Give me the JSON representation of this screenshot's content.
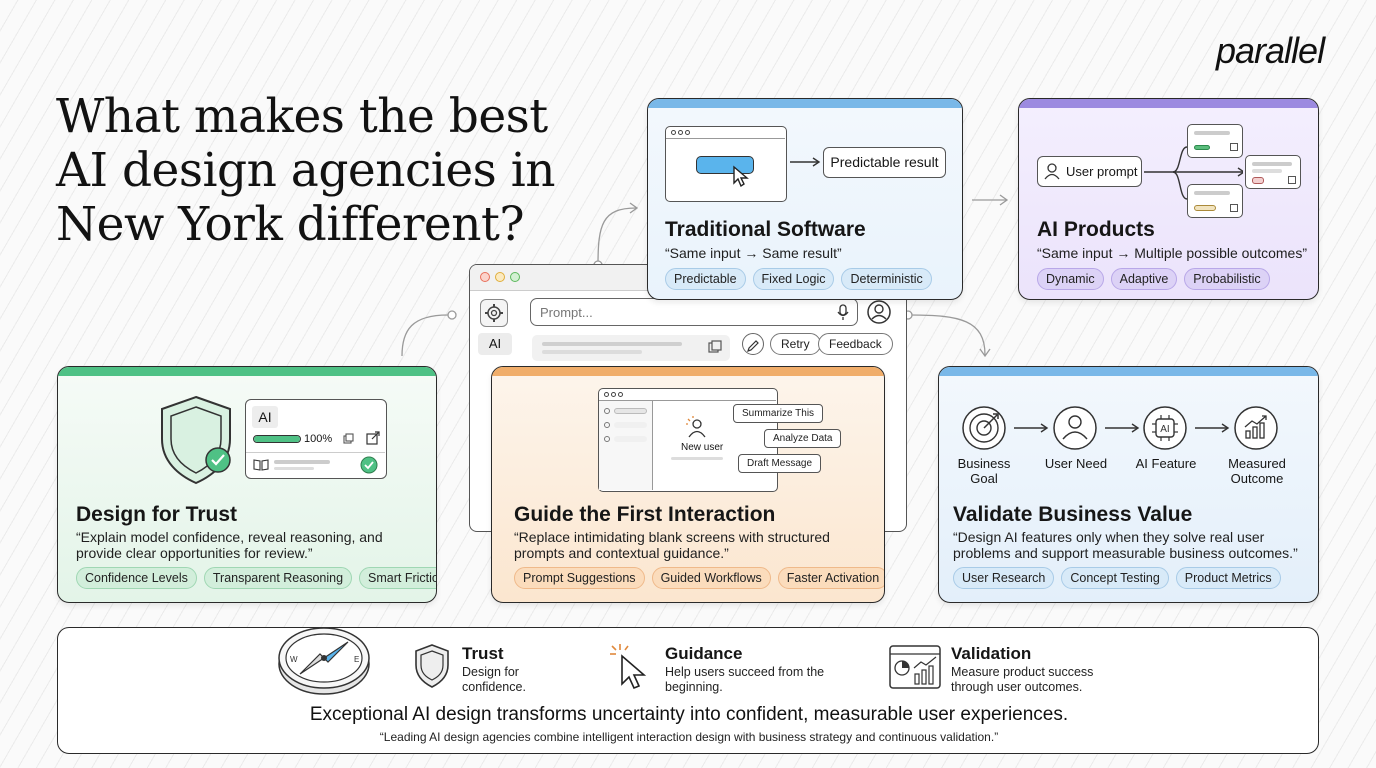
{
  "logo": "parallel",
  "headline": "What makes the best AI design agencies in New York different?",
  "mockup": {
    "prompt_placeholder": "Prompt...",
    "ai_label": "AI",
    "retry": "Retry",
    "feedback": "Feedback"
  },
  "traditional": {
    "result_label": "Predictable result",
    "title": "Traditional Software",
    "subtitle": "“Same input → Same result”",
    "tags": [
      "Predictable",
      "Fixed Logic",
      "Deterministic"
    ]
  },
  "ai_products": {
    "prompt_label": "User prompt",
    "title": "AI Products",
    "subtitle": "“Same input → Multiple possible outcomes”",
    "tags": [
      "Dynamic",
      "Adaptive",
      "Probabilistic"
    ]
  },
  "trust": {
    "panel_label": "AI",
    "confidence": "100%",
    "title": "Design for Trust",
    "subtitle": "“Explain model confidence, reveal reasoning, and provide clear opportunities for review.”",
    "tags": [
      "Confidence Levels",
      "Transparent Reasoning",
      "Smart Friction"
    ]
  },
  "guide": {
    "new_user": "New user",
    "suggestions": [
      "Summarize This",
      "Analyze Data",
      "Draft Message"
    ],
    "title": "Guide the First Interaction",
    "subtitle": "“Replace intimidating blank screens with structured prompts and contextual guidance.”",
    "tags": [
      "Prompt Suggestions",
      "Guided Workflows",
      "Faster Activation"
    ]
  },
  "validate": {
    "flow": [
      "Business Goal",
      "User Need",
      "AI Feature",
      "Measured Outcome"
    ],
    "title": "Validate Business Value",
    "subtitle": "“Design AI features only when they solve real user problems and support measurable business outcomes.”",
    "tags": [
      "User Research",
      "Concept Testing",
      "Product Metrics"
    ]
  },
  "summary": {
    "items": [
      {
        "title": "Trust",
        "text": "Design for confidence."
      },
      {
        "title": "Guidance",
        "text": "Help users succeed from the beginning."
      },
      {
        "title": "Validation",
        "text": "Measure product success through user outcomes."
      }
    ],
    "tagline": "Exceptional AI design transforms uncertainty into confident, measurable user experiences.",
    "quote": "“Leading AI design agencies combine intelligent interaction design with business strategy and continuous validation.”"
  },
  "colors": {
    "blue_accent": "#79b8e8",
    "purple_accent": "#9c8ae0",
    "green_accent": "#4fc185",
    "orange_accent": "#f0ad6a"
  }
}
